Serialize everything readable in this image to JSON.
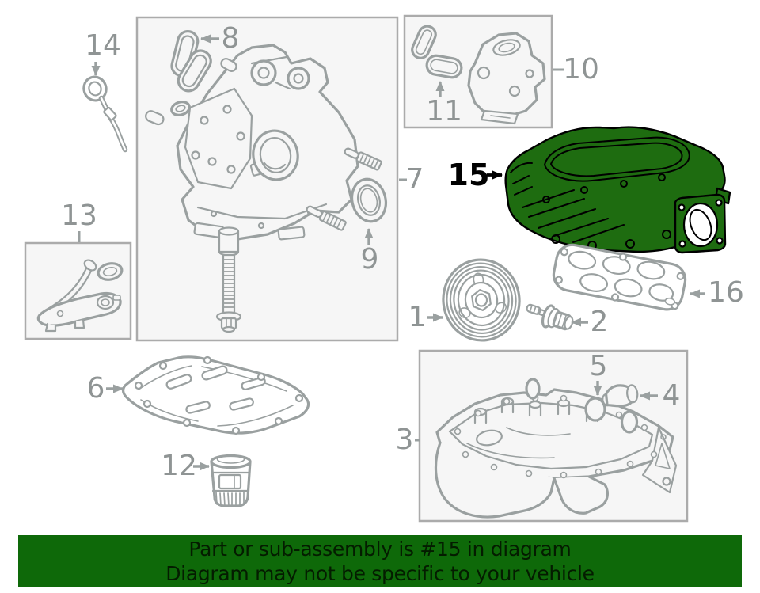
{
  "banner": {
    "line1": "Part or sub-assembly is #15 in diagram",
    "line2": "Diagram may not be specific to your vehicle"
  },
  "highlight": {
    "part_number": "15"
  },
  "callouts": {
    "c1": {
      "label": "1"
    },
    "c2": {
      "label": "2"
    },
    "c3": {
      "label": "3"
    },
    "c4": {
      "label": "4"
    },
    "c5": {
      "label": "5"
    },
    "c6": {
      "label": "6"
    },
    "c7": {
      "label": "7"
    },
    "c8": {
      "label": "8"
    },
    "c9": {
      "label": "9"
    },
    "c10": {
      "label": "10"
    },
    "c11": {
      "label": "11"
    },
    "c12": {
      "label": "12"
    },
    "c13": {
      "label": "13"
    },
    "c14": {
      "label": "14"
    },
    "c15": {
      "label": "15"
    },
    "c16": {
      "label": "16"
    }
  },
  "colors": {
    "banner_bg": "#0e6909",
    "banner_text": "#041c00",
    "highlight_fill": "#1e6c10",
    "highlight_outline": "#000000",
    "line": "#9aa0a0",
    "label": "#8f9494",
    "box_fill": "#f6f6f6",
    "box_border": "#ababab",
    "background": "#ffffff"
  }
}
